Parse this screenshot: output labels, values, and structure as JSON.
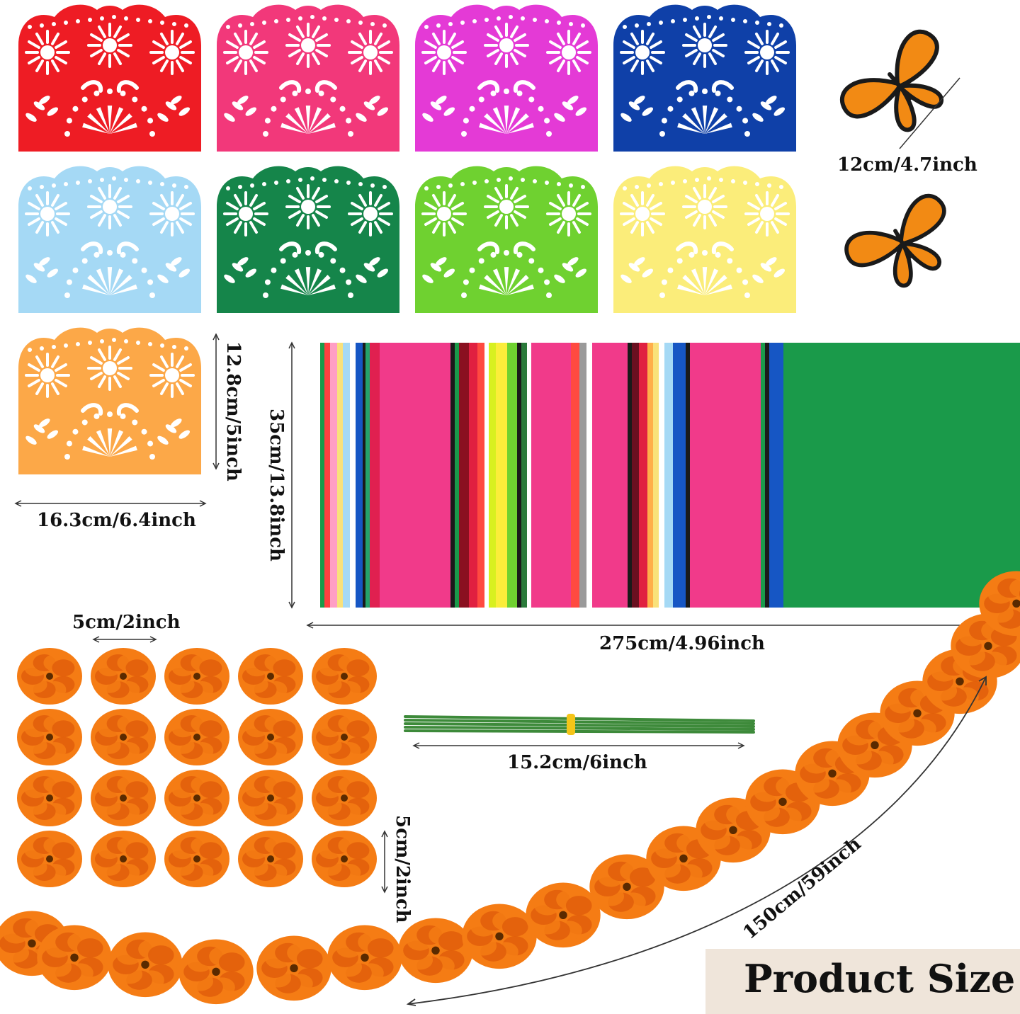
{
  "colors": {
    "banners": [
      "#ee1c24",
      "#f2387a",
      "#e43ad6",
      "#0f40a8",
      "#a5d9f5",
      "#15854a",
      "#6fd130",
      "#fbed7a",
      "#fca848"
    ],
    "marigold": "#f57c14",
    "marigold_dark": "#e05e0a",
    "stem": "#3d8a3a",
    "label_bg": "#efe5da"
  },
  "icons": {
    "banner": "papel-picado-banner",
    "butterfly": "monarch-butterfly",
    "marigold": "marigold-flower",
    "runner": "serape-table-runner",
    "stems": "floral-wire-stems",
    "garland": "marigold-garland"
  },
  "labels": {
    "butterfly_size": "12cm/4.7inch",
    "banner_height": "12.8cm/5inch",
    "banner_width": "16.3cm/6.4inch",
    "runner_height": "35cm/13.8inch",
    "runner_length": "275cm/4.96inch",
    "flower_width": "5cm/2inch",
    "flower_height": "5cm/2inch",
    "stem_length": "15.2cm/6inch",
    "garland_length": "150cm/59inch",
    "title": "Product Size"
  }
}
